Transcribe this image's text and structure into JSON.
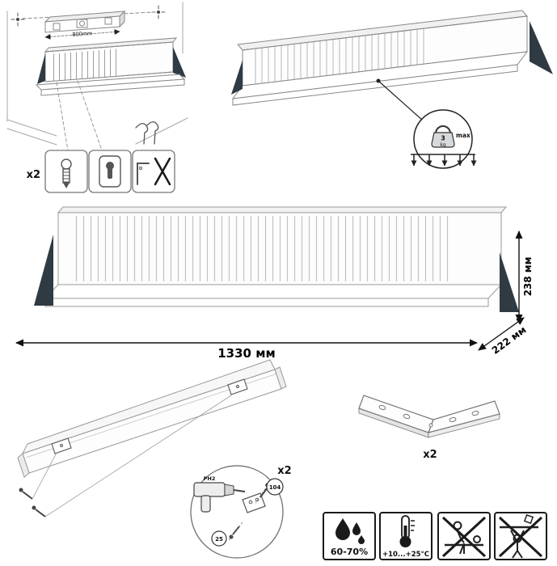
{
  "wall_mounting": {
    "hardware_count": "x2",
    "level_dimension": "800mm",
    "icons": [
      "spirit-level-icon",
      "screw-hook-icon",
      "keyhole-hanger-icon",
      "bracket-icon",
      "x-mark-icon",
      "wall-hook-icon",
      "drill-mark-icon"
    ]
  },
  "max_load": {
    "value": "3",
    "unit": "kg",
    "qualifier": "max",
    "icon": "weight-icon"
  },
  "shelf_dimensions": {
    "width": "1330 мм",
    "height": "238 мм",
    "depth": "222 мм"
  },
  "assembly": {
    "bracket_count": "x2",
    "bit_label": "PH2",
    "callout_1": "104",
    "callout_2": "25",
    "icons": [
      "drill-driver-icon",
      "screw-icon",
      "corner-bracket-icon"
    ]
  },
  "bracket_part": {
    "count": "x2",
    "icon": "corner-bracket-icon"
  },
  "care": {
    "humidity": "60-70%",
    "temperature": "+10...+25°C",
    "icons": [
      "water-drops-icon",
      "thermometer-icon",
      "no-sitting-prohibition-icon",
      "no-climbing-prohibition-icon"
    ]
  },
  "colors": {
    "background": "#ffffff",
    "line": "#8a8a8a",
    "dark_line": "#1a1a1a",
    "bracket_fill": "#2f3a42"
  }
}
